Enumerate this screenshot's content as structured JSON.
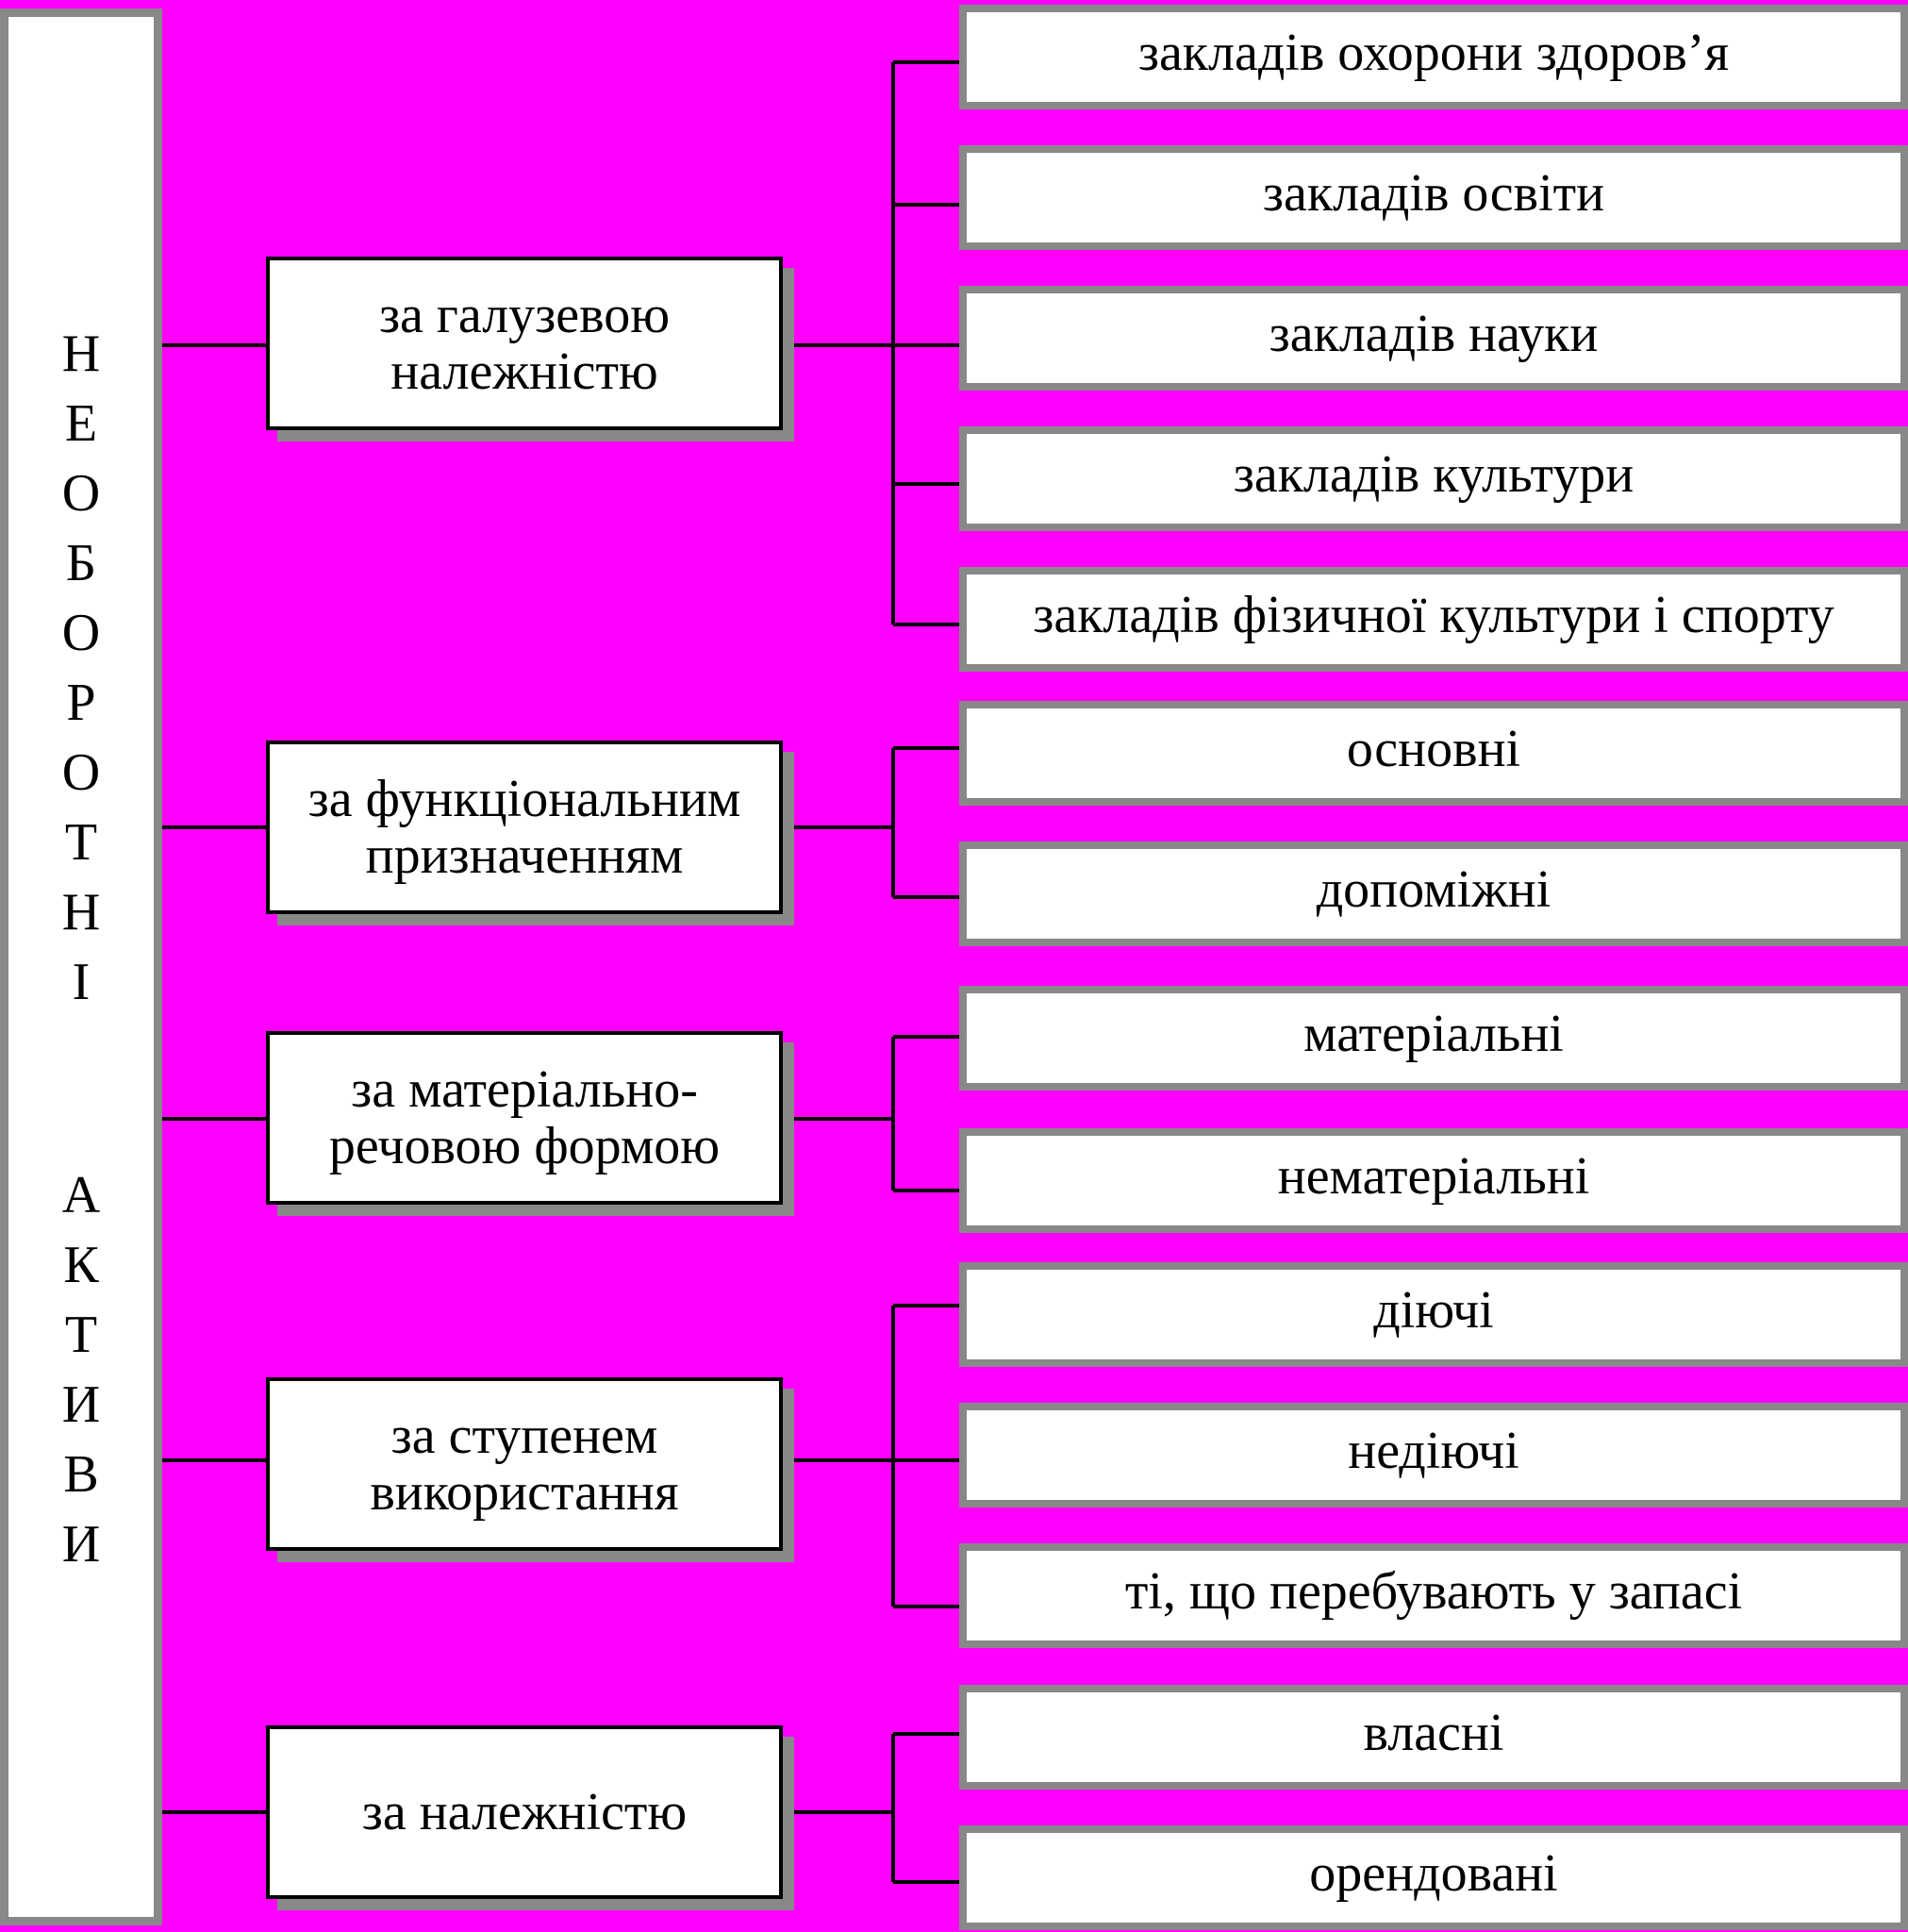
{
  "root": {
    "line1": [
      "Н",
      "Е",
      "О",
      "Б",
      "О",
      "Р",
      "О",
      "Т",
      "Н",
      "І"
    ],
    "line2": [
      "А",
      "К",
      "Т",
      "И",
      "В",
      "И"
    ]
  },
  "criteria": [
    {
      "label": "за галузевою належністю",
      "items": [
        "закладів охорони здоров’я",
        "закладів освіти",
        "закладів науки",
        "закладів культури",
        "закладів фізичної культури і спорту"
      ]
    },
    {
      "label": "за функціональним призначенням",
      "items": [
        "основні",
        "допоміжні"
      ]
    },
    {
      "label": "за матеріально-речовою формою",
      "items": [
        "матеріальні",
        "нематеріальні"
      ]
    },
    {
      "label": "за ступенем використання",
      "items": [
        "діючі",
        "недіючі",
        "ті, що перебувають у запасі"
      ]
    },
    {
      "label": "за належністю",
      "items": [
        "власні",
        "орендовані"
      ]
    }
  ]
}
